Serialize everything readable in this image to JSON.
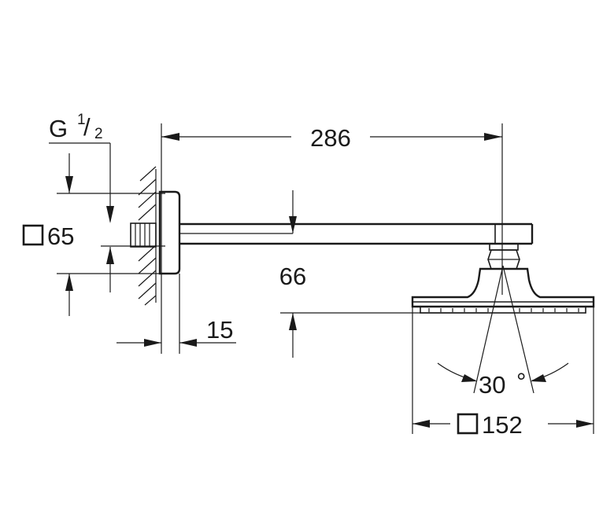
{
  "labels": {
    "thread_g": "G",
    "thread_num": "1",
    "thread_den": "2",
    "flange_size": "65",
    "arm_length": "286",
    "arm_drop": "66",
    "wall_offset": "15",
    "spray_angle": "30",
    "degree": "°",
    "head_size": "152"
  }
}
